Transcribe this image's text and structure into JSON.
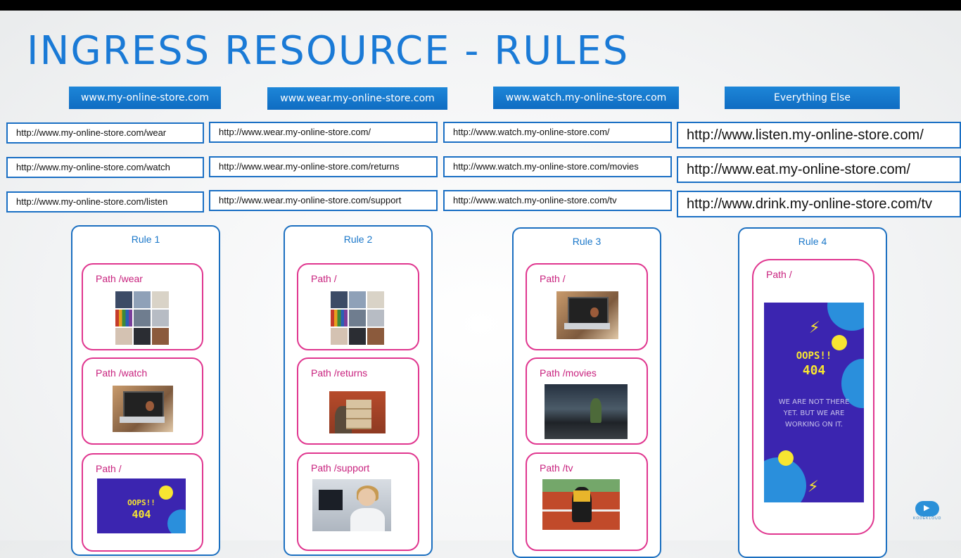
{
  "title": "INGRESS RESOURCE - RULES",
  "columns": [
    {
      "host": "www.my-online-store.com",
      "urls": [
        "http://www.my-online-store.com/wear",
        "http://www.my-online-store.com/watch",
        "http://www.my-online-store.com/listen"
      ],
      "rule": "Rule 1",
      "paths": [
        "Path /wear",
        "Path /watch",
        "Path /"
      ]
    },
    {
      "host": "www.wear.my-online-store.com",
      "urls": [
        "http://www.wear.my-online-store.com/",
        "http://www.wear.my-online-store.com/returns",
        "http://www.wear.my-online-store.com/support"
      ],
      "rule": "Rule 2",
      "paths": [
        "Path /",
        "Path /returns",
        "Path /support"
      ]
    },
    {
      "host": "www.watch.my-online-store.com",
      "urls": [
        "http://www.watch.my-online-store.com/",
        "http://www.watch.my-online-store.com/movies",
        "http://www.watch.my-online-store.com/tv"
      ],
      "rule": "Rule 3",
      "paths": [
        "Path /",
        "Path /movies",
        "Path /tv"
      ]
    },
    {
      "host": "Everything Else",
      "urls": [
        "http://www.listen.my-online-store.com/",
        "http://www.eat.my-online-store.com/",
        "http://www.drink.my-online-store.com/tv"
      ],
      "rule": "Rule 4",
      "paths": [
        "Path /"
      ]
    }
  ],
  "error_page": {
    "heading": "OOPS!!",
    "code": "404",
    "message": "WE ARE NOT THERE YET. BUT WE ARE WORKING ON IT."
  },
  "logo": {
    "text": "KODEKLOUD"
  }
}
